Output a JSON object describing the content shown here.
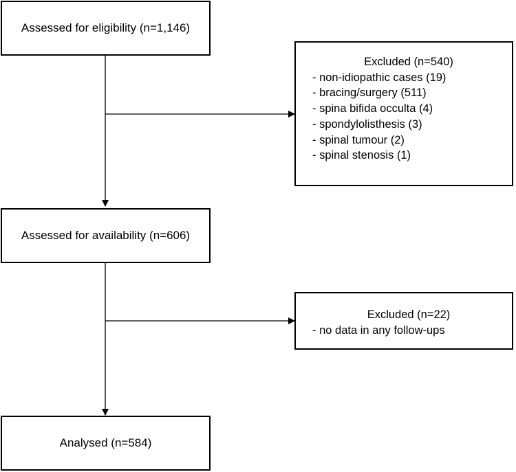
{
  "diagram": {
    "box_eligibility": "Assessed for eligibility (n=1,146)",
    "excluded_1": {
      "title": "Excluded (n=540)",
      "items": [
        "- non-idiopathic cases (19)",
        "- bracing/surgery (511)",
        "- spina bifida occulta (4)",
        "- spondylolisthesis (3)",
        "- spinal tumour (2)",
        "- spinal stenosis (1)"
      ]
    },
    "box_availability": "Assessed for availability (n=606)",
    "excluded_2": {
      "title": "Excluded (n=22)",
      "items": [
        "- no data in any follow-ups"
      ]
    },
    "box_analysed": "Analysed (n=584)"
  }
}
